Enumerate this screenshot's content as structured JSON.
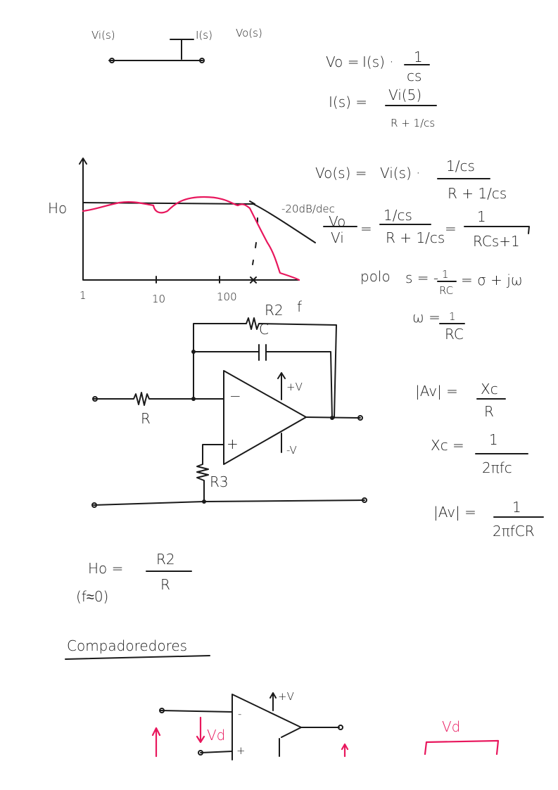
{
  "top_circuit": {
    "vi": "Vi(s)",
    "i": "I(s)",
    "vo": "Vo(s)"
  },
  "equations": {
    "vo_lhs": "Vo =",
    "vo_rhs": "I(s) ·",
    "vo_num": "1",
    "vo_den": "cs",
    "is_lhs": "I(s) =",
    "is_num": "Vi(5)",
    "is_den": "R + 1/cs",
    "vos_lhs": "Vo(s) =",
    "vos_mid": "Vi(s) ·",
    "vos_num": "1/cs",
    "vos_den": "R + 1/cs",
    "tf_num": "Vo",
    "tf_den": "Vi",
    "tf_eq": "=",
    "tf_num2": "1/cs",
    "tf_den2": "R + 1/cs",
    "tf_eq2": "=",
    "tf_num3": "1",
    "tf_den3": "RCs+1",
    "polo_label": "polo",
    "polo_lhs": "s = -",
    "polo_num": "1",
    "polo_den": "RC",
    "polo_rhs": "= σ + jω",
    "w_lhs": "ω =",
    "w_num": "1",
    "w_den": "RC",
    "av_lhs": "|Av| =",
    "av_num": "Xc",
    "av_den": "R",
    "xc_lhs": "Xc =",
    "xc_num": "1",
    "xc_den": "2πfc",
    "av2_lhs": "|Av| =",
    "av2_num": "1",
    "av2_den": "2πfCR",
    "ho_lhs": "Ho =",
    "ho_num": "R2",
    "ho_den": "R",
    "ho_cond": "(f≈0)"
  },
  "bode": {
    "y_label": "Ho",
    "x_label": "f",
    "slope_label": "-20dB/dec",
    "ticks": [
      "1",
      "10",
      "100"
    ]
  },
  "opamp_circuit": {
    "r2": "R2",
    "c": "C",
    "r": "R",
    "r3": "R3",
    "plus_v": "+V",
    "minus_v": "-V",
    "minus_in": "−",
    "plus_in": "+"
  },
  "section_title": "Compadoredores",
  "comparator": {
    "vd": "Vd",
    "vd_right": "Vd",
    "plus_v": "+V",
    "minus_in": "-",
    "plus_in": "+"
  }
}
